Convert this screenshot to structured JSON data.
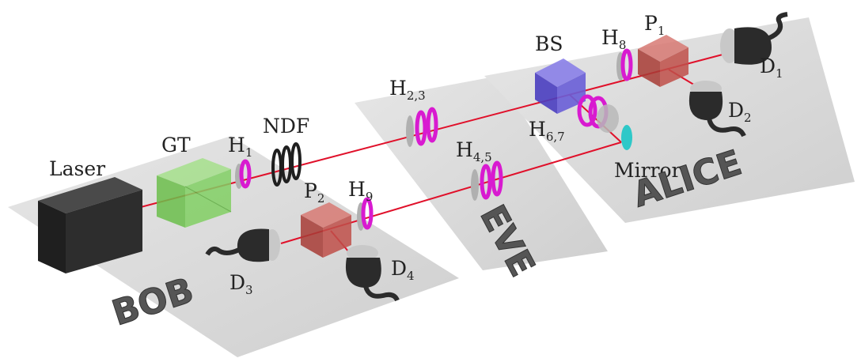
{
  "labels": {
    "laser": "Laser",
    "gt": "GT",
    "ndf": "NDF",
    "h1": {
      "main": "H",
      "sub": "1"
    },
    "h23": {
      "main": "H",
      "sub": "2,3"
    },
    "h45": {
      "main": "H",
      "sub": "4,5"
    },
    "h67": {
      "main": "H",
      "sub": "6,7"
    },
    "h8": {
      "main": "H",
      "sub": "8"
    },
    "h9": {
      "main": "H",
      "sub": "9"
    },
    "bs": "BS",
    "p1": {
      "main": "P",
      "sub": "1"
    },
    "p2": {
      "main": "P",
      "sub": "2"
    },
    "d1": {
      "main": "D",
      "sub": "1"
    },
    "d2": {
      "main": "D",
      "sub": "2"
    },
    "d3": {
      "main": "D",
      "sub": "3"
    },
    "d4": {
      "main": "D",
      "sub": "4"
    },
    "mirror": "Mirror"
  },
  "parties": {
    "bob": "BOB",
    "eve": "EVE",
    "alice": "ALICE"
  },
  "colors": {
    "beam": "#e0102a",
    "waveplate": "#d81ad0",
    "gt": "#7fcf5a",
    "polarizer": "#c0504a",
    "bs": "#5b4fd0",
    "mirror": "#2ec8c8",
    "laser": "#2b2b2b",
    "platform": "#d9d9d9"
  }
}
